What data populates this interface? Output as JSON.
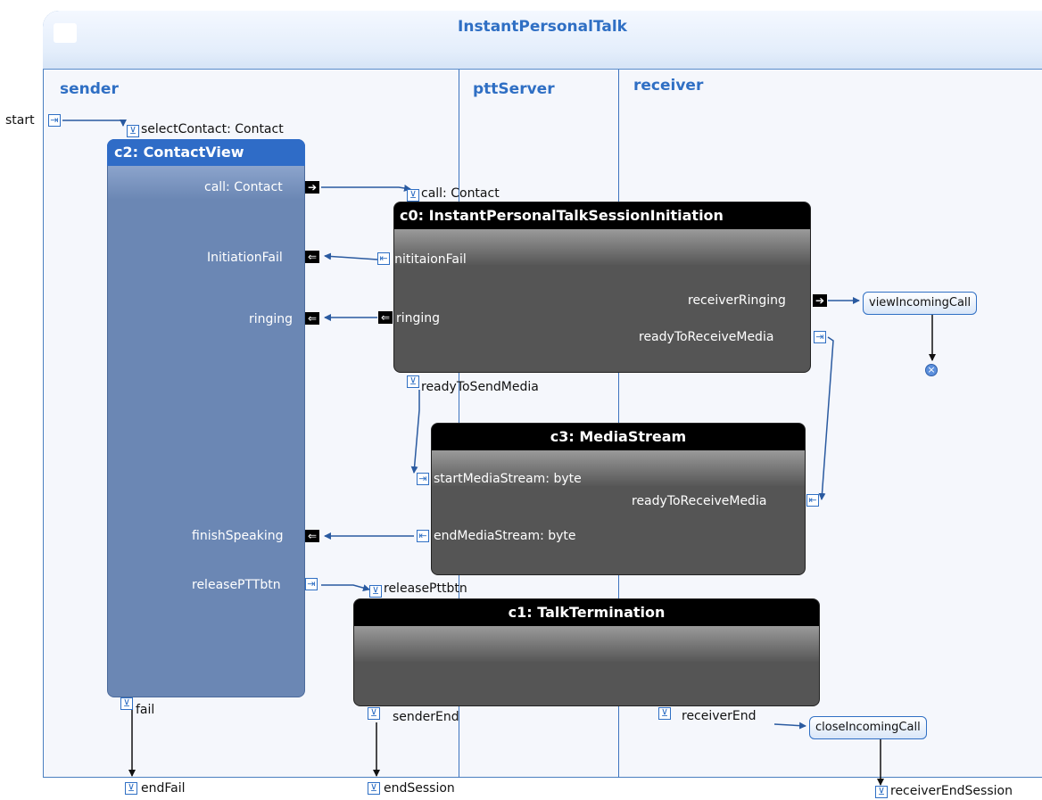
{
  "diagram": {
    "title": "InstantPersonalTalk",
    "partitions": [
      "sender",
      "pttServer",
      "receiver"
    ],
    "frame_ports": {
      "start": "start",
      "endFail": "endFail",
      "endSession": "endSession",
      "receiverEndSession": "receiverEndSession"
    },
    "c2": {
      "title": "c2: ContactView",
      "selectContact": "selectContact: Contact",
      "call": "call: Contact",
      "initiationFail": "InitiationFail",
      "ringing": "ringing",
      "finishSpeaking": "finishSpeaking",
      "releasePTTbtn": "releasePTTbtn",
      "fail": "fail"
    },
    "c0": {
      "title": "c0: InstantPersonalTalkSessionInitiation",
      "call": "call: Contact",
      "initiationFail": "InititaionFail",
      "ringing": "ringing",
      "receiverRinging": "receiverRinging",
      "readyToReceiveMedia": "readyToReceiveMedia",
      "readyToSendMedia": "readyToSendMedia"
    },
    "c3": {
      "title": "c3: MediaStream",
      "startMediaStream": "startMediaStream: byte",
      "readyToReceiveMedia": "readyToReceiveMedia",
      "endMediaStream": "endMediaStream: byte"
    },
    "c1": {
      "title": "c1: TalkTermination",
      "releasePttbtn": "releasePttbtn",
      "senderEnd": "senderEnd",
      "receiverEnd": "receiverEnd"
    },
    "actions": {
      "viewIncomingCall": "viewIncomingCall",
      "closeIncomingCall": "closeIncomingCall"
    },
    "colors": {
      "accent": "#2f6fc4",
      "contact_view": "#6b87b4",
      "dark_node": "#555555"
    }
  }
}
